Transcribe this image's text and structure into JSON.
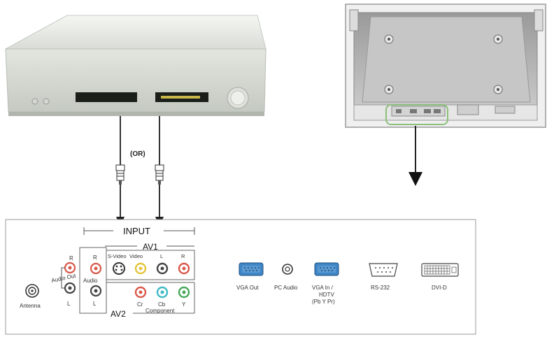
{
  "connector_note": "(OR)",
  "panel": {
    "input_title": "INPUT",
    "av1_title": "AV1",
    "av2_title": "AV2",
    "audio_out": "Audio Out",
    "audio_out_r": "R",
    "audio_out_l": "L",
    "antenna": "Antenna",
    "audio_r": "R",
    "audio": "Audio",
    "audio_l": "L",
    "svideo": "S-Video",
    "video": "Video",
    "av1_l": "L",
    "av1_r": "R",
    "cr": "Cr",
    "cb": "Cb",
    "y": "Y",
    "component": "Component",
    "vga_out": "VGA  Out",
    "pc_audio": "PC  Audio",
    "vga_in_1": "VGA  In /",
    "vga_in_2": "HDTV",
    "vga_in_3": "(Pb Y Pr)",
    "rs232": "RS-232",
    "dvid": "DVI-D"
  },
  "colors": {
    "jack_red": "#d9584a",
    "jack_yellow": "#e3c43a",
    "jack_white": "#8a8a8a",
    "jack_cyan": "#3db9c4",
    "jack_green": "#47a85a",
    "vga_blue": "#3f86c7",
    "highlight_green": "#8bc07a"
  }
}
